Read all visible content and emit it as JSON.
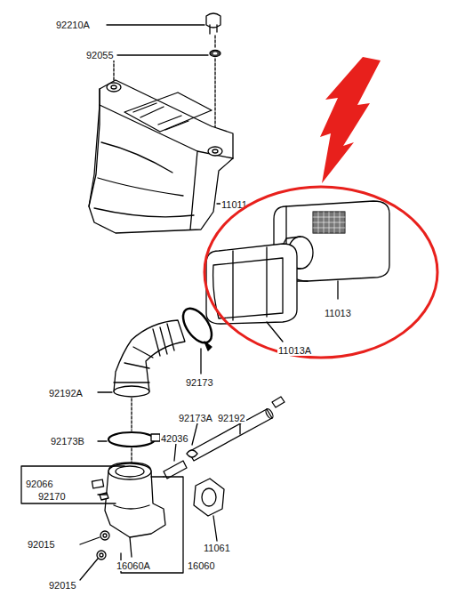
{
  "diagram": {
    "nodes": [
      {
        "text": [
          "11013",
          "11013A"
        ]
      }
    ],
    "labels": [
      "92210A",
      "92055",
      "11011",
      "92173",
      "92192A",
      "92192",
      "92173A",
      "42036",
      "92173B",
      "92066",
      "92170",
      "11061",
      "92015",
      "16060A",
      "16060",
      "92015"
    ]
  }
}
